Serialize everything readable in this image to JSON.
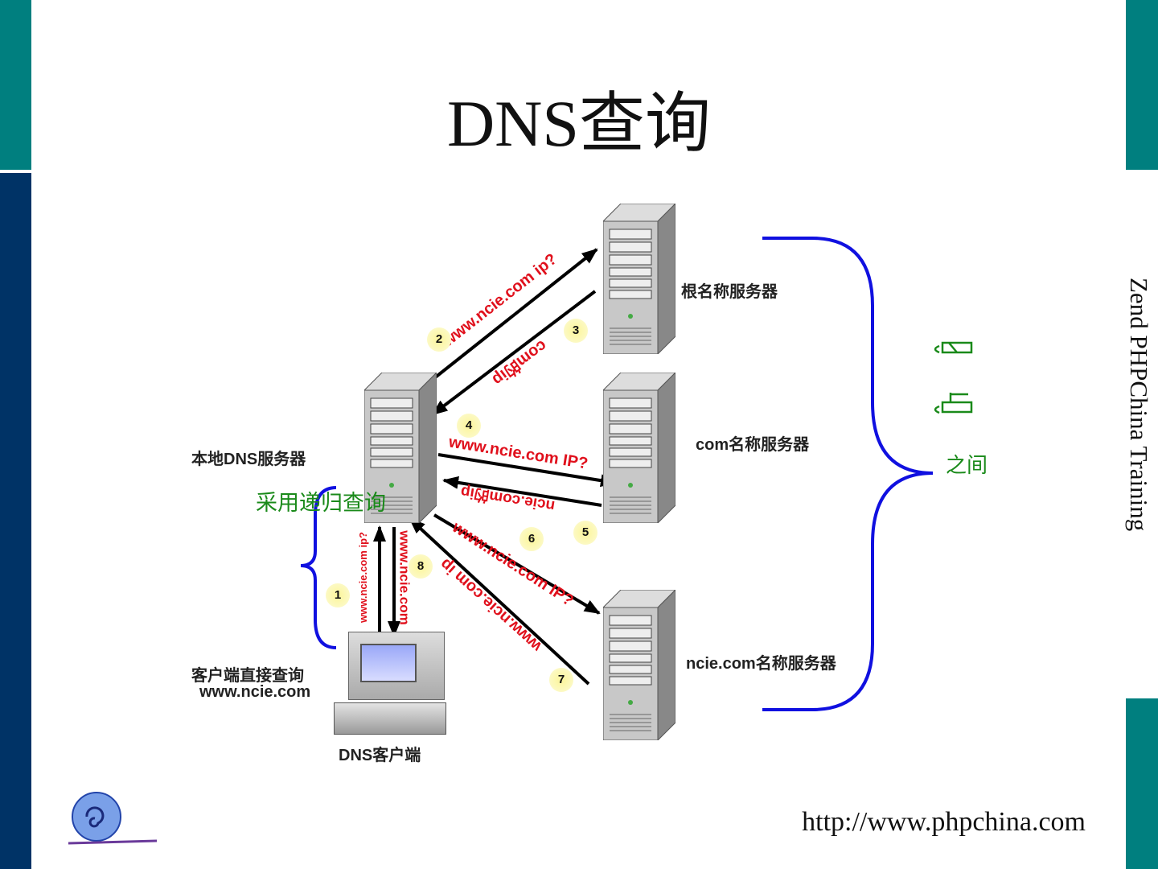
{
  "title": "DNS查询",
  "side_text": "Zend PHPChina Training",
  "footer_url": "http://www.phpchina.com",
  "colors": {
    "teal": "#007f7f",
    "navy": "#003366",
    "arrow_label": "#e0101c",
    "brace": "#1010e0",
    "green": "#1a8a1a"
  },
  "servers": {
    "root": "根名称服务器",
    "com": "com名称服务器",
    "ncie": "ncie.com名称服务器",
    "local": "本地DNS服务器",
    "client": "DNS客户端"
  },
  "client_note": {
    "line1": "客户端直接查询",
    "line2": "www.ncie.com"
  },
  "recursive_label": "采用递归查询",
  "iterative_label": {
    "between": "之间"
  },
  "steps": [
    {
      "num": "1",
      "label": "www.ncie.com ip?"
    },
    {
      "num": "2",
      "label": "www.ncie.com ip?"
    },
    {
      "num": "3",
      "label": "com的ip"
    },
    {
      "num": "4",
      "label": "www.ncie.com IP?"
    },
    {
      "num": "5",
      "label": "ncie.com的ip"
    },
    {
      "num": "6",
      "label": "www.ncie.com IP?"
    },
    {
      "num": "7",
      "label": "www.ncie.com ip"
    },
    {
      "num": "8",
      "label": "www.ncie.com"
    }
  ]
}
